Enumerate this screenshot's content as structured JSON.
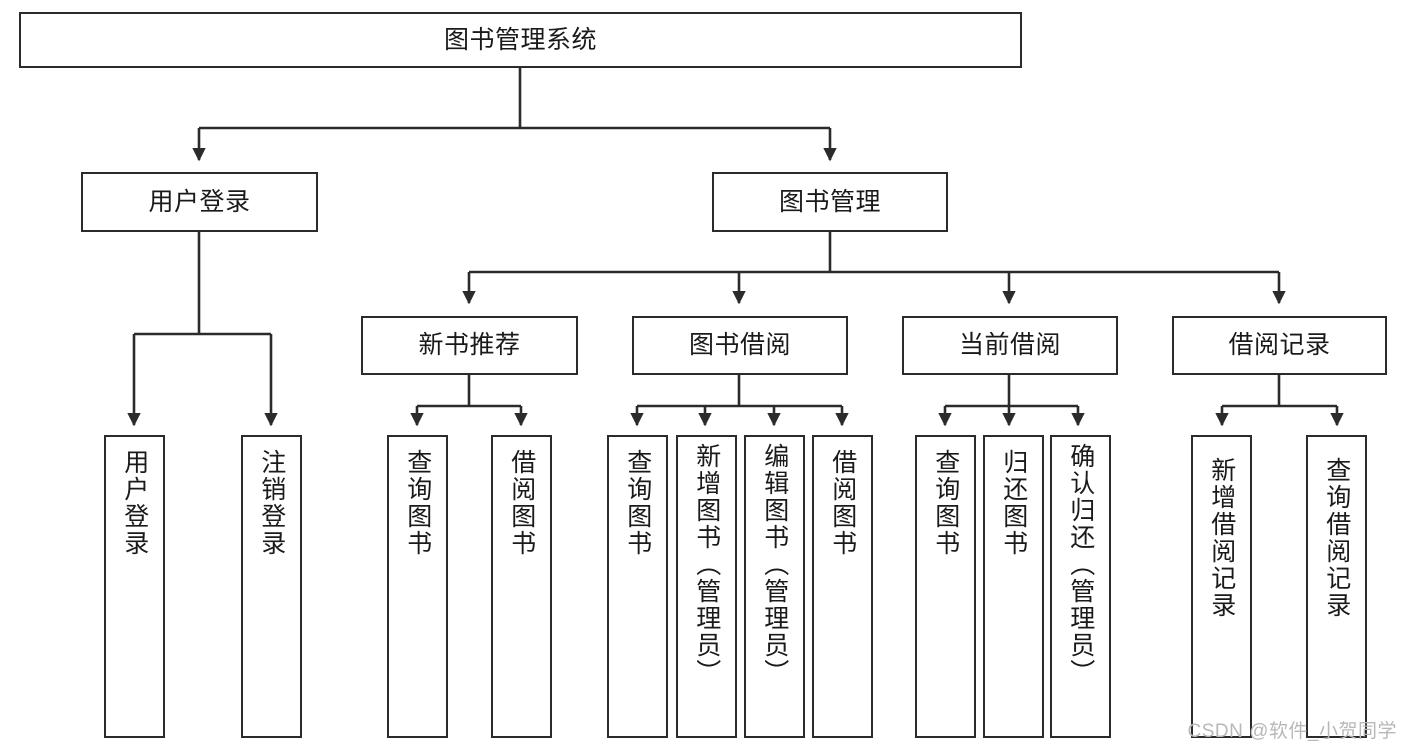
{
  "diagram": {
    "title_node": {
      "id": "root",
      "label": "图书管理系统"
    },
    "level1": [
      {
        "id": "user_login",
        "label": "用户登录"
      },
      {
        "id": "book_manage",
        "label": "图书管理"
      }
    ],
    "level2": [
      {
        "id": "new_book_rec",
        "label": "新书推荐",
        "parent": "book_manage"
      },
      {
        "id": "book_borrow",
        "label": "图书借阅",
        "parent": "book_manage"
      },
      {
        "id": "current_borrow",
        "label": "当前借阅",
        "parent": "book_manage"
      },
      {
        "id": "borrow_record",
        "label": "借阅记录",
        "parent": "book_manage"
      }
    ],
    "leaves": [
      {
        "id": "leaf_user_login",
        "label": "用户登录",
        "parent": "user_login"
      },
      {
        "id": "leaf_logout",
        "label": "注销登录",
        "parent": "user_login"
      },
      {
        "id": "leaf_query_book_1",
        "label": "查询图书",
        "parent": "new_book_rec"
      },
      {
        "id": "leaf_borrow_book_1",
        "label": "借阅图书",
        "parent": "new_book_rec"
      },
      {
        "id": "leaf_query_book_2",
        "label": "查询图书",
        "parent": "book_borrow"
      },
      {
        "id": "leaf_add_book",
        "label": "新增图书（管理员）",
        "parent": "book_borrow"
      },
      {
        "id": "leaf_edit_book",
        "label": "编辑图书（管理员）",
        "parent": "book_borrow"
      },
      {
        "id": "leaf_borrow_book_2",
        "label": "借阅图书",
        "parent": "book_borrow"
      },
      {
        "id": "leaf_query_book_3",
        "label": "查询图书",
        "parent": "current_borrow"
      },
      {
        "id": "leaf_return_book",
        "label": "归还图书",
        "parent": "current_borrow"
      },
      {
        "id": "leaf_confirm_return",
        "label": "确认归还（管理员）",
        "parent": "current_borrow"
      },
      {
        "id": "leaf_add_record",
        "label": "新增借阅记录",
        "parent": "borrow_record"
      },
      {
        "id": "leaf_query_record",
        "label": "查询借阅记录",
        "parent": "borrow_record"
      }
    ],
    "watermark": "CSDN @软件_小贺同学",
    "colors": {
      "stroke": "#2b2b2b",
      "text": "#1a1a1a",
      "background": "#ffffff",
      "watermark": "#b8b8b8"
    }
  }
}
